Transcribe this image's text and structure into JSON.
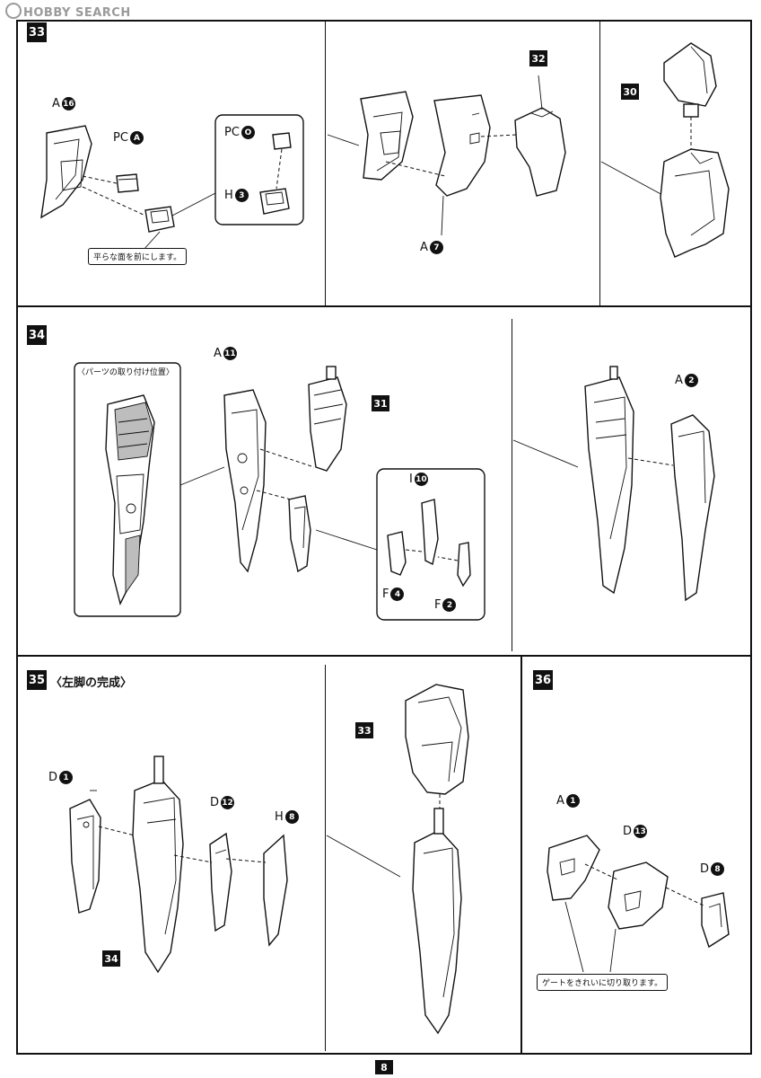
{
  "watermark": "HOBBY SEARCH",
  "steps": {
    "s33": {
      "number": "33"
    },
    "s34": {
      "number": "34"
    },
    "s35": {
      "number": "35",
      "title": "〈左脚の完成〉"
    },
    "s36": {
      "number": "36"
    }
  },
  "labels": {
    "a16": {
      "prefix": "A",
      "num": "16"
    },
    "pca": {
      "prefix": "PC",
      "num": "A"
    },
    "pco": {
      "prefix": "PC",
      "num": "O"
    },
    "h3": {
      "prefix": "H",
      "num": "3"
    },
    "a7": {
      "prefix": "A",
      "num": "7"
    },
    "a11": {
      "prefix": "A",
      "num": "11"
    },
    "i10": {
      "prefix": "I",
      "num": "10"
    },
    "f4": {
      "prefix": "F",
      "num": "4"
    },
    "f2": {
      "prefix": "F",
      "num": "2"
    },
    "a2": {
      "prefix": "A",
      "num": "2"
    },
    "d1": {
      "prefix": "D",
      "num": "1"
    },
    "d12": {
      "prefix": "D",
      "num": "12"
    },
    "h8": {
      "prefix": "H",
      "num": "8"
    },
    "a1": {
      "prefix": "A",
      "num": "1"
    },
    "d13": {
      "prefix": "D",
      "num": "13"
    },
    "d8": {
      "prefix": "D",
      "num": "8"
    }
  },
  "refs": {
    "r32": "32",
    "r30": "30",
    "r31": "31",
    "r33": "33",
    "r34": "34"
  },
  "notes": {
    "flat_front": "平らな面を前にします。",
    "attach_pos": "〈パーツの取り付け位置〉",
    "gate_clean": "ゲートをきれいに切り取ります。"
  },
  "page_number": "8"
}
